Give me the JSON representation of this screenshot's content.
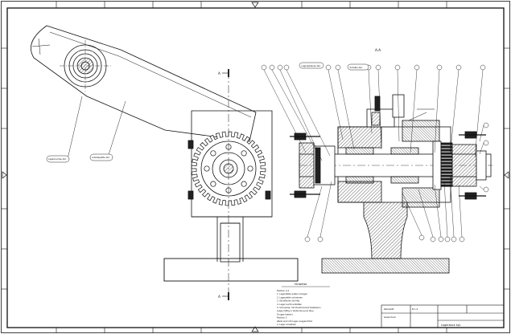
{
  "section": {
    "cut_letter_top": "A",
    "cut_letter_bottom": "A",
    "view_title": "A-A"
  },
  "callouts": {
    "left_view": [
      "Lagerbuchse Abc",
      "Arbeitsplatte Abc"
    ],
    "section_view": [
      "Lagergehäuse Abc",
      "Scheibe Abc"
    ]
  },
  "notes": {
    "heading": "Hinweise",
    "lines": [
      "Position 1/1",
      "1. Lagerstelle außen reinigen",
      "2. Lagerstelle schmieren",
      "3. Stirnfläche mit Fett",
      "4. Lager leicht einfetten",
      "5. Schrauben mit Drehmoment festziehen",
      "   (Lage mittig in Verbindung zur Bau-",
      "   Gruppe lassen)",
      "Position 2",
      "Welle wird mit Lager ausgerichtet",
      "2. Lager einsetzen"
    ]
  },
  "title_block": {
    "designation": "Lagerbock kpl.",
    "material": "Werkstoff",
    "drawn": "Gezeichnet",
    "scale": "M 1:2"
  }
}
